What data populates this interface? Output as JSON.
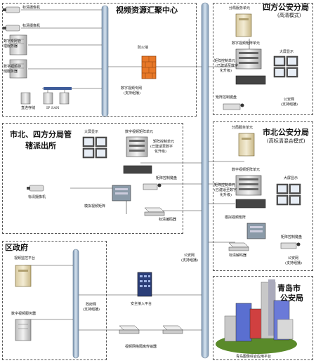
{
  "regions": {
    "video_center": {
      "title": "视频资源汇聚中心"
    },
    "sifang": {
      "title": "四方公安分局",
      "subtitle": "(高清模式)"
    },
    "northsifang": {
      "title_line1": "市北、四方分局管",
      "title_line2": "辖派出所"
    },
    "shibei": {
      "title": "市北公安分局",
      "subtitle": "(高标清混合模式)"
    },
    "district": {
      "title": "区政府"
    },
    "qingdao": {
      "title_line1": "青岛市",
      "title_line2": "公安局"
    }
  },
  "labels": {
    "hd_camera": "标清摄像机",
    "digital_pc_line1": "数字专网管",
    "digital_pc_line2": "理服务器",
    "digital_storage_line1": "数字视频存",
    "digital_storage_line2": "储服务器",
    "direct_storage": "直连存储",
    "ip_san": "IP SAN",
    "firewall": "防火墙",
    "digital_net_line1": "数字视频专网",
    "digital_net_line2": "(支持组播)",
    "sub_server_1": "分局服务单元",
    "matrix_unit_1": "数字视频矩阵单元",
    "matrix_ctrl_line1": "矩阵控制单元",
    "matrix_ctrl_line2": "(已建适至数字",
    "matrix_ctrl_line3": "化升级)",
    "big_screen_1": "大屏显示",
    "matrix_keyboard_1": "矩阵控制键盘",
    "public_net_1_line1": "公安网",
    "public_net_1_line2": "(支持组播)",
    "big_screen_2": "大屏显示",
    "matrix_unit_2": "数字视频矩阵单元",
    "matrix_ctrl2_line1": "矩阵控制单元",
    "matrix_ctrl2_line2": "(已建适至数字",
    "matrix_ctrl2_line3": "化升级)",
    "matrix_keyboard_2": "矩阵控制键盘",
    "sd_camera": "标清摄像机",
    "analog_matrix_1": "模拟视频矩阵",
    "sd_encoder": "标清编码器",
    "sub_server_2": "分局服务单元",
    "matrix_unit_3": "数字视频矩阵单元",
    "matrix_ctrl3_line1": "矩阵控制单元",
    "matrix_ctrl3_line2": "(已建适至数字",
    "matrix_ctrl3_line3": "化升级)",
    "big_screen_3": "大屏显示",
    "analog_matrix_2": "模拟视频矩阵",
    "matrix_keyboard_3": "矩阵控制键盘",
    "sd_decoder": "标清解码器",
    "public_net_2_line1": "公安网",
    "public_net_2_line2": "(支持组播)",
    "public_net_main_line1": "公安网",
    "public_net_main_line2": "(支持组播)",
    "video_platform": "视频监控平台",
    "digital_mgr": "数字视频服务器",
    "gov_net_line1": "政府网",
    "gov_net_line2": "(支持组播)",
    "security_platform": "安全接入平台",
    "video_isolation": "视频网络隔离传输器",
    "qingdao_platform": "青岛图像综合应用平台"
  },
  "colors": {
    "backbone": "#a8c0d8",
    "firewall": "#e87828",
    "building_blue": "#5a6fd0",
    "building_red": "#d04040",
    "grass": "#5a8a2a"
  }
}
